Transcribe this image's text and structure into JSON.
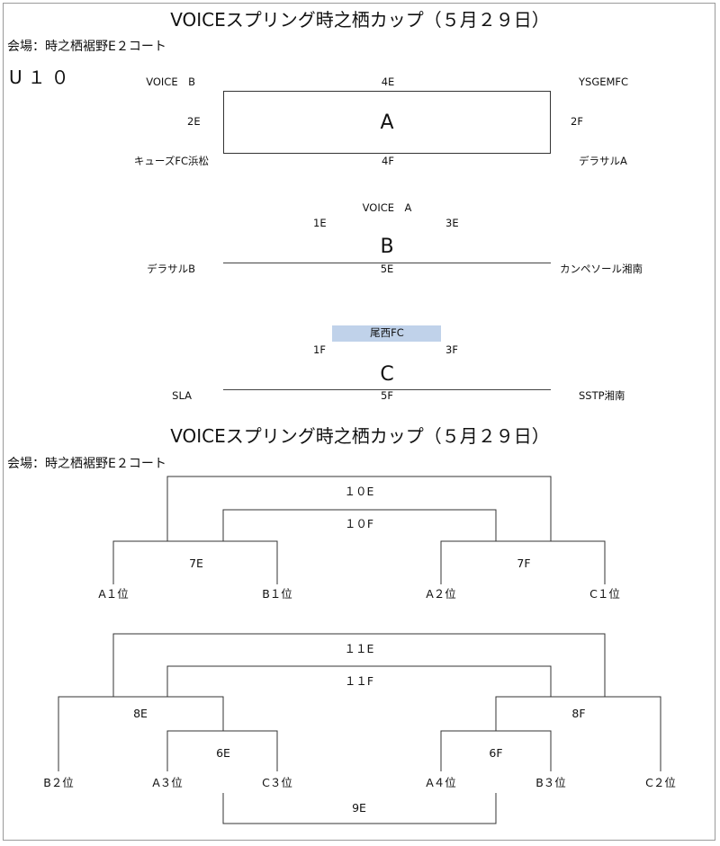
{
  "title": "VOICEスプリング時之栖カップ（５月２９日）",
  "venue": "会場：時之栖裾野E２コート",
  "category": "U１０",
  "groups": {
    "A": {
      "letter": "A",
      "top_left": "VOICE　B",
      "top_right": "YSGEMFC",
      "bottom_left": "キューズFC浜松",
      "bottom_right": "デラサルA",
      "match_top": "4E",
      "match_bottom": "4F",
      "match_left": "2E",
      "match_right": "2F"
    },
    "B": {
      "letter": "B",
      "top": "VOICE　A",
      "left": "デラサルB",
      "right": "カンペソール湘南",
      "match_left": "1E",
      "match_right": "3E",
      "match_bottom": "5E"
    },
    "C": {
      "letter": "C",
      "top": "尾西FC",
      "left": "SLA",
      "right": "SSTP湘南",
      "match_left": "1F",
      "match_right": "3F",
      "match_bottom": "5F",
      "highlight_color": "#c0d2ea"
    }
  },
  "tournament": {
    "title": "VOICEスプリング時之栖カップ（５月２９日）",
    "venue": "会場：時之栖裾野E２コート",
    "upper": {
      "final_label": "１０E",
      "third_label": "１０F",
      "semi_left_label": "7E",
      "semi_right_label": "7F",
      "seeds": [
        "A１位",
        "B１位",
        "A２位",
        "C１位"
      ]
    },
    "lower": {
      "final_label": "１１E",
      "third_label": "１１F",
      "semi_left_label": "8E",
      "semi_right_label": "8F",
      "qf_left_label": "6E",
      "qf_right_label": "6F",
      "consolation_label": "9E",
      "seeds": [
        "B２位",
        "A３位",
        "C３位",
        "A４位",
        "B３位",
        "C２位"
      ]
    }
  }
}
